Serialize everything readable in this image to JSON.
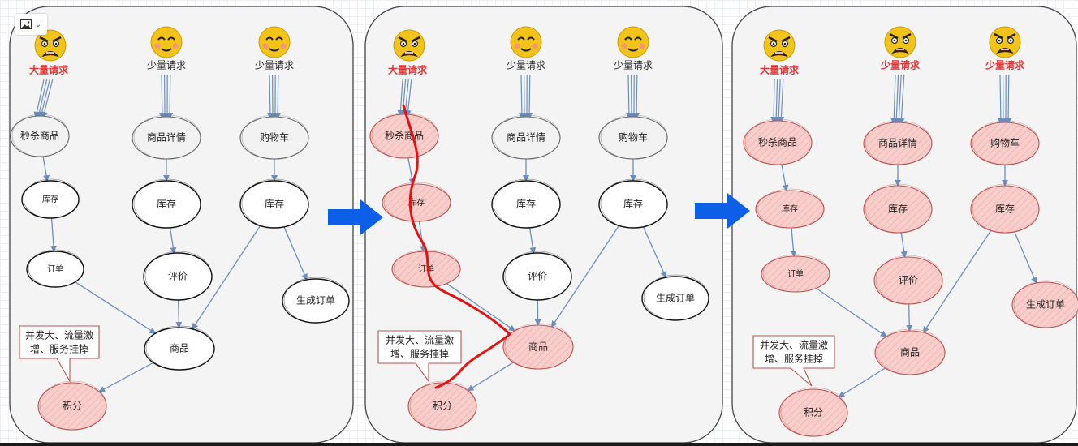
{
  "toolbar": {
    "image_icon": "image-icon",
    "caret_icon": "chevron-down-icon"
  },
  "colors": {
    "panel_fill": "#f4f4f4",
    "panel_stroke": "#444444",
    "edge": "#6c8ebf",
    "stress_fill": "#f8cecc",
    "stress_stroke": "#b85450",
    "red_text": "#e53333",
    "arrow_blue": "#0d5fe8",
    "red_path": "#e81010",
    "emoji_yellow": "#f2c318"
  },
  "panels": [
    {
      "requests": [
        {
          "emoji": "angry-face-icon",
          "label": "大量请求",
          "tone": "red"
        },
        {
          "emoji": "smiling-face-icon",
          "label": "少量请求",
          "tone": "dark"
        },
        {
          "emoji": "smiling-face-icon",
          "label": "少量请求",
          "tone": "dark"
        }
      ],
      "nodes": {
        "seckill": {
          "label": "秒杀商品",
          "style": "gray"
        },
        "detail": {
          "label": "商品详情",
          "style": "gray"
        },
        "cart": {
          "label": "购物车",
          "style": "gray"
        },
        "stock1": {
          "label": "库存",
          "style": "plain"
        },
        "stock2": {
          "label": "库存",
          "style": "plain"
        },
        "stock3": {
          "label": "库存",
          "style": "plain"
        },
        "order": {
          "label": "订单",
          "style": "plain"
        },
        "review": {
          "label": "评价",
          "style": "plain"
        },
        "genorder": {
          "label": "生成订单",
          "style": "plain"
        },
        "product": {
          "label": "商品",
          "style": "plain"
        },
        "points": {
          "label": "积分",
          "style": "stress"
        }
      },
      "callout": [
        "并发大、流量激",
        "增、服务挂掉"
      ]
    },
    {
      "requests": [
        {
          "emoji": "angry-face-icon",
          "label": "大量请求",
          "tone": "red"
        },
        {
          "emoji": "smiling-face-icon",
          "label": "少量请求",
          "tone": "dark"
        },
        {
          "emoji": "smiling-face-icon",
          "label": "少量请求",
          "tone": "dark"
        }
      ],
      "nodes": {
        "seckill": {
          "label": "秒杀商品",
          "style": "stress"
        },
        "detail": {
          "label": "商品详情",
          "style": "gray"
        },
        "cart": {
          "label": "购物车",
          "style": "gray"
        },
        "stock1": {
          "label": "库存",
          "style": "stress"
        },
        "stock2": {
          "label": "库存",
          "style": "plain"
        },
        "stock3": {
          "label": "库存",
          "style": "plain"
        },
        "order": {
          "label": "订单",
          "style": "stress"
        },
        "review": {
          "label": "评价",
          "style": "plain"
        },
        "genorder": {
          "label": "生成订单",
          "style": "plain"
        },
        "product": {
          "label": "商品",
          "style": "stress"
        },
        "points": {
          "label": "积分",
          "style": "stress"
        }
      },
      "callout": [
        "并发大、流量激",
        "增、服务挂掉"
      ]
    },
    {
      "requests": [
        {
          "emoji": "angry-face-icon",
          "label": "大量请求",
          "tone": "red"
        },
        {
          "emoji": "angry-face-icon",
          "label": "少量请求",
          "tone": "red"
        },
        {
          "emoji": "angry-face-icon",
          "label": "少量请求",
          "tone": "red"
        }
      ],
      "nodes": {
        "seckill": {
          "label": "秒杀商品",
          "style": "stress"
        },
        "detail": {
          "label": "商品详情",
          "style": "stress"
        },
        "cart": {
          "label": "购物车",
          "style": "stress"
        },
        "stock1": {
          "label": "库存",
          "style": "stress"
        },
        "stock2": {
          "label": "库存",
          "style": "stress"
        },
        "stock3": {
          "label": "库存",
          "style": "stress"
        },
        "order": {
          "label": "订单",
          "style": "stress"
        },
        "review": {
          "label": "评价",
          "style": "stress"
        },
        "genorder": {
          "label": "生成订单",
          "style": "stress"
        },
        "product": {
          "label": "商品",
          "style": "stress"
        },
        "points": {
          "label": "积分",
          "style": "stress"
        }
      },
      "callout": [
        "并发大、流量激",
        "增、服务挂掉"
      ]
    }
  ],
  "transitions": [
    "arrow-right-icon",
    "arrow-right-icon"
  ]
}
